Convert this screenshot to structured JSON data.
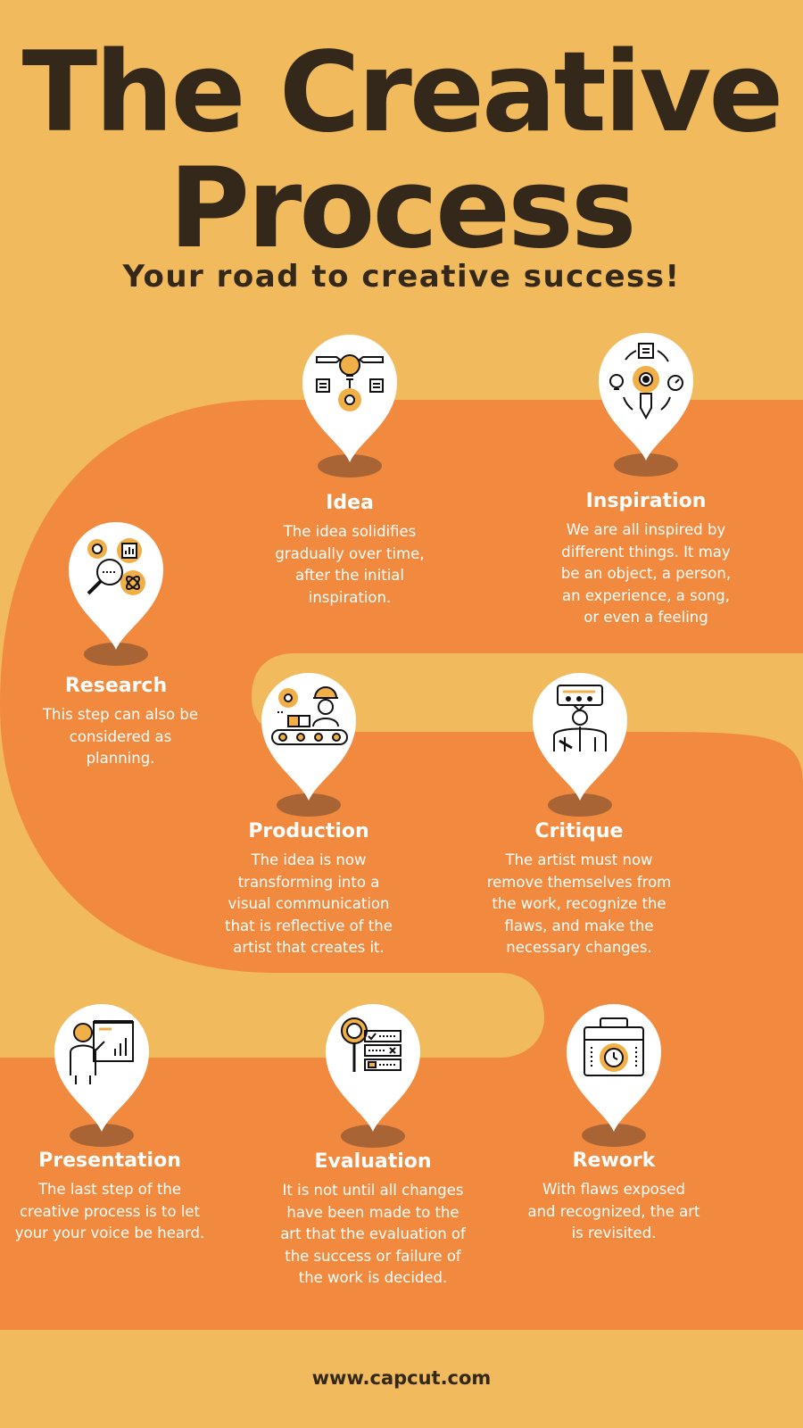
{
  "title": {
    "line1": "The Creative",
    "line2": "Process",
    "subtitle": "Your road to creative success!"
  },
  "colors": {
    "background": "#F1BA5C",
    "road": "#F18A3E",
    "pin": "#FFFFFF",
    "pin_shadow": "#A86434",
    "accent": "#F1B047",
    "text_dark": "#33281A",
    "text_light": "#FFFFFF"
  },
  "steps": [
    {
      "title": "Idea",
      "description": "The idea solidifies\ngradually over time,\nafter the initial\ninspiration.",
      "icon": "lightbulb-gear-icon"
    },
    {
      "title": "Inspiration",
      "description": "We are all inspired by\ndifferent things.  It may\nbe an object, a person,\nan experience, a song,\nor even a feeling",
      "icon": "pencil-cycle-icon"
    },
    {
      "title": "Research",
      "description": "This step can also be\nconsidered as\nplanning.",
      "icon": "magnifier-chart-icon"
    },
    {
      "title": "Production",
      "description": "The idea is now\ntransforming into a\nvisual communication\nthat is reflective of the\nartist that creates it.",
      "icon": "worker-conveyor-icon"
    },
    {
      "title": "Critique",
      "description": "The artist must now\nremove themselves from\nthe work, recognize the\nflaws, and make the\nnecessary changes.",
      "icon": "critic-speech-icon"
    },
    {
      "title": "Presentation",
      "description": "The last step of the\ncreative process is to let\nyour your voice be heard.",
      "icon": "presenter-board-icon"
    },
    {
      "title": "Evaluation",
      "description": "It is not until all changes\nhave been made to the\nart that the evaluation of\nthe success or failure of\nthe work is decided.",
      "icon": "checklist-magnifier-icon"
    },
    {
      "title": "Rework",
      "description": "With flaws exposed\nand recognized, the art\nis revisited.",
      "icon": "toolbox-clock-icon"
    }
  ],
  "footer": {
    "url": "www.capcut.com"
  }
}
